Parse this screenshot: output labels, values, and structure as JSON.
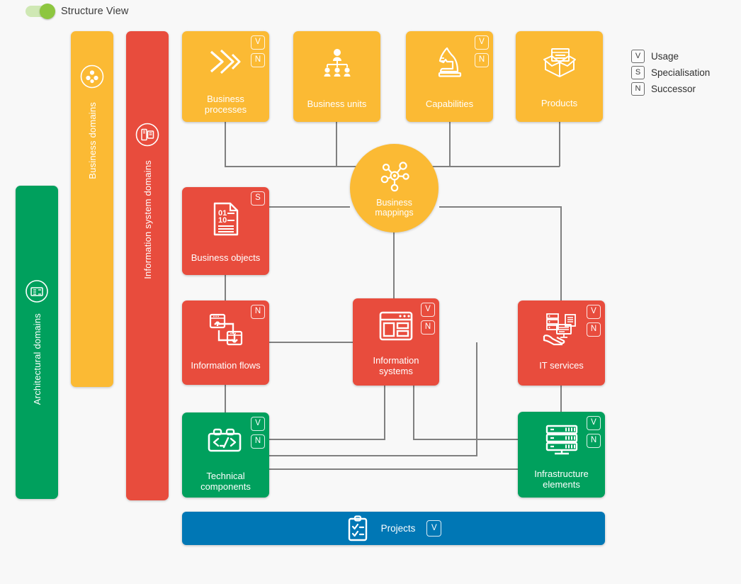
{
  "header": {
    "toggle_label": "Structure View",
    "toggle_state": "on",
    "toggle_on_color": "#8dc63f",
    "toggle_track_color": "#cfe8b4"
  },
  "legend": {
    "items": [
      {
        "code": "V",
        "label": "Usage"
      },
      {
        "code": "S",
        "label": "Specialisation"
      },
      {
        "code": "N",
        "label": "Successor"
      }
    ]
  },
  "palette": {
    "green": "#00A05D",
    "yellow": "#FBBA34",
    "red": "#E84C3D",
    "blue": "#0077B5",
    "connector": "#808080",
    "background": "#f8f8f8"
  },
  "lanes": [
    {
      "label": "Architectural domains",
      "color": "#00A05D",
      "icon": "architecture-circle-icon"
    },
    {
      "label": "Business domains",
      "color": "#FBBA34",
      "icon": "business-domain-circle-icon"
    },
    {
      "label": "Information system domains",
      "color": "#E84C3D",
      "icon": "information-system-circle-icon"
    }
  ],
  "nodes": [
    {
      "id": "business-processes",
      "label": "Business processes",
      "color": "#FBBA34",
      "icon": "chevrons-icon",
      "badges": [
        "V",
        "N"
      ]
    },
    {
      "id": "business-units",
      "label": "Business units",
      "color": "#FBBA34",
      "icon": "org-chart-icon",
      "badges": []
    },
    {
      "id": "capabilities",
      "label": "Capabilities",
      "color": "#FBBA34",
      "icon": "chess-knight-icon",
      "badges": [
        "V",
        "N"
      ]
    },
    {
      "id": "products",
      "label": "Products",
      "color": "#FBBA34",
      "icon": "open-box-icon",
      "badges": []
    },
    {
      "id": "business-mappings",
      "label": "Business mappings",
      "color": "#FBBA34",
      "icon": "network-hub-icon",
      "badges": []
    },
    {
      "id": "business-objects",
      "label": "Business objects",
      "color": "#E84C3D",
      "icon": "binary-document-icon",
      "badges": [
        "S"
      ]
    },
    {
      "id": "information-flows",
      "label": "Information flows",
      "color": "#E84C3D",
      "icon": "data-transfer-icon",
      "badges": [
        "N"
      ]
    },
    {
      "id": "information-systems",
      "label": "Information systems",
      "color": "#E84C3D",
      "icon": "application-window-icon",
      "badges": [
        "V",
        "N"
      ]
    },
    {
      "id": "it-services",
      "label": "IT services",
      "color": "#E84C3D",
      "icon": "it-service-hand-icon",
      "badges": [
        "V",
        "N"
      ]
    },
    {
      "id": "technical-components",
      "label": "Technical components",
      "color": "#00A05D",
      "icon": "code-brick-icon",
      "badges": [
        "V",
        "N"
      ]
    },
    {
      "id": "infrastructure-elements",
      "label": "Infrastructure elements",
      "color": "#00A05D",
      "icon": "server-rack-icon",
      "badges": [
        "V",
        "N"
      ]
    },
    {
      "id": "projects",
      "label": "Projects",
      "color": "#0077B5",
      "icon": "clipboard-checklist-icon",
      "badges": [
        "V"
      ]
    }
  ],
  "labels": {
    "business_processes": "Business processes",
    "business_units": "Business units",
    "capabilities": "Capabilities",
    "products": "Products",
    "business_mappings_l1": "Business",
    "business_mappings_l2": "mappings",
    "business_objects": "Business objects",
    "information_flows": "Information flows",
    "information_systems_l1": "Information",
    "information_systems_l2": "systems",
    "it_services": "IT services",
    "technical_components_l1": "Technical",
    "technical_components_l2": "components",
    "infrastructure_elements_l1": "Infrastructure",
    "infrastructure_elements_l2": "elements",
    "projects": "Projects",
    "lane_architectural": "Architectural domains",
    "lane_business": "Business domains",
    "lane_is": "Information system domains"
  },
  "badge_codes": {
    "v": "V",
    "s": "S",
    "n": "N"
  }
}
